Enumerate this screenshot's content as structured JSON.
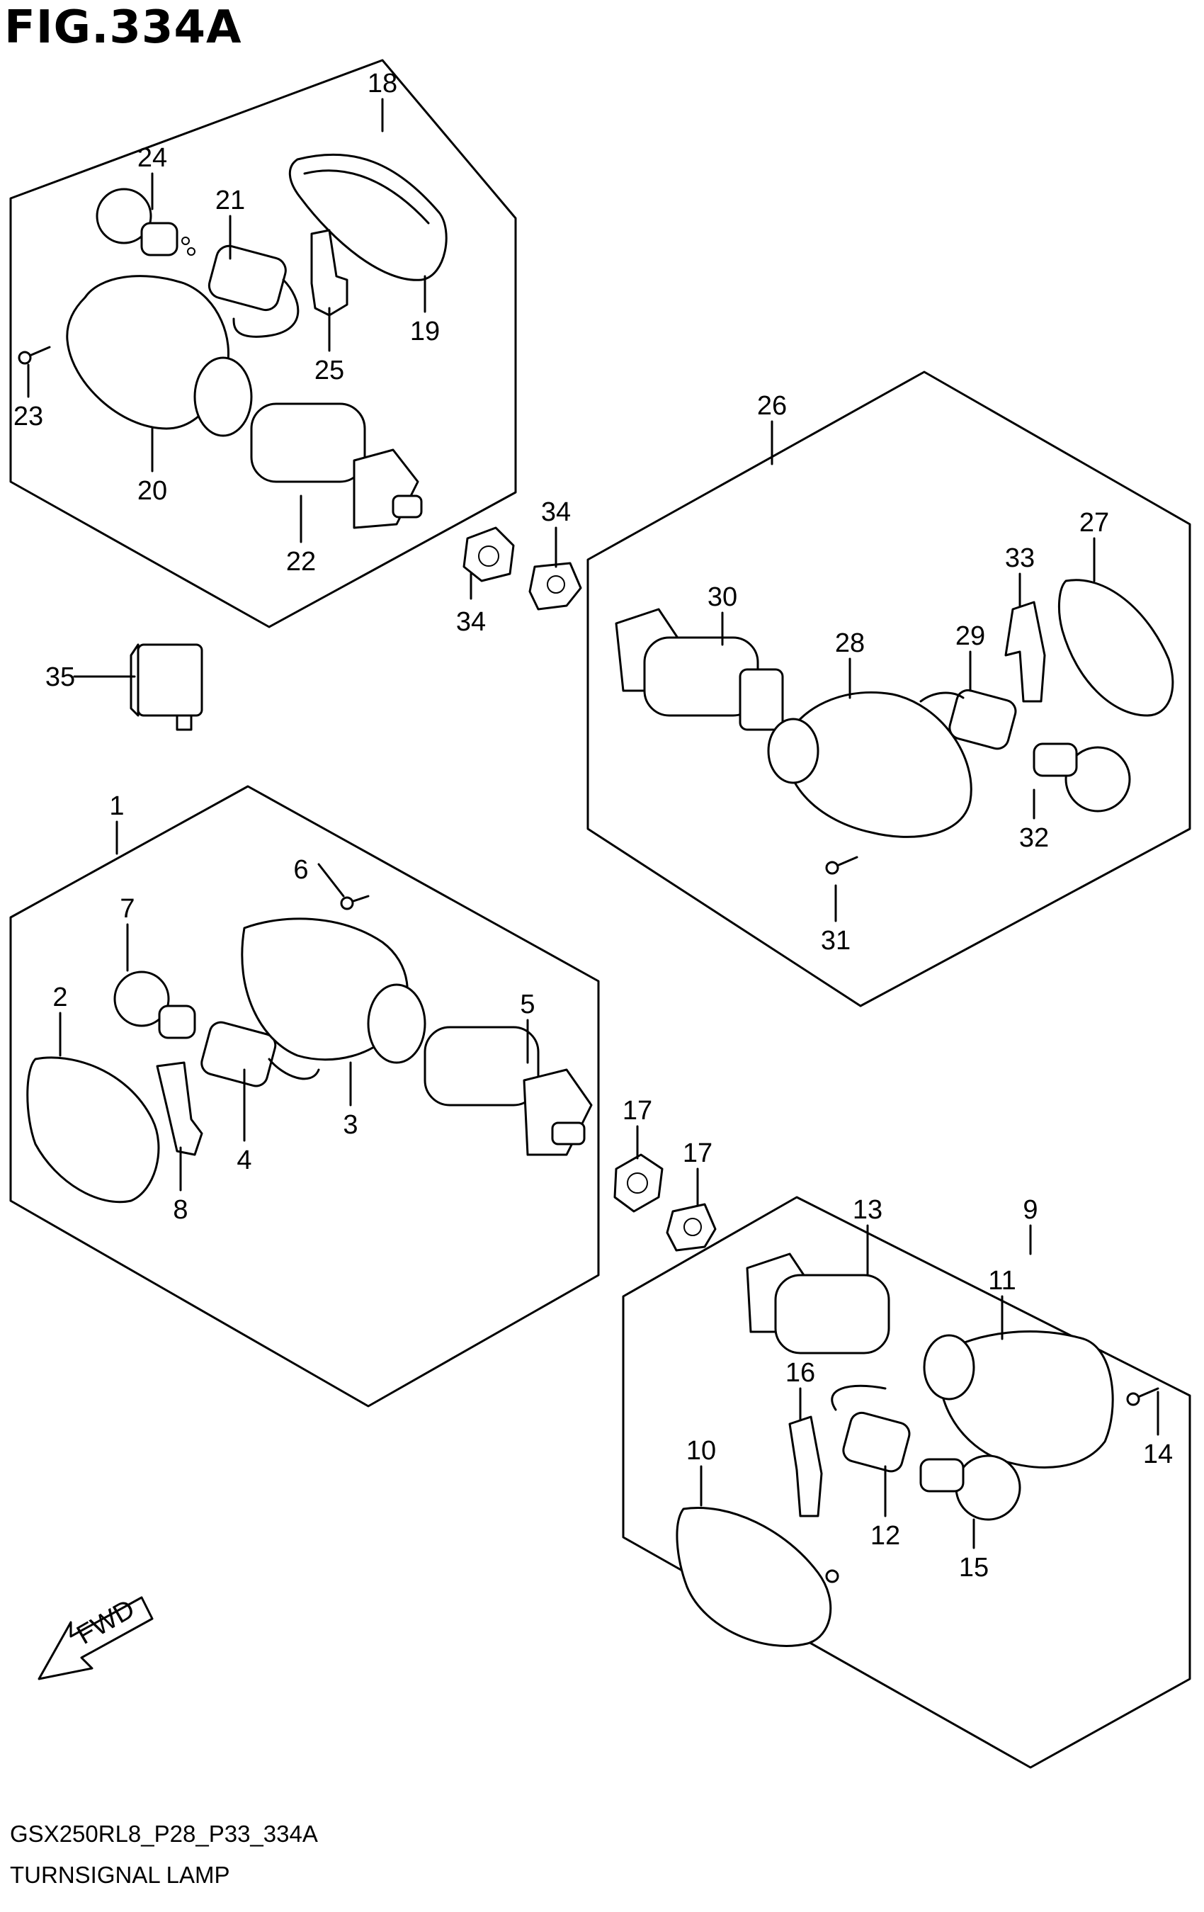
{
  "figure": {
    "title": "FIG.334A"
  },
  "footer": {
    "code": "GSX250RL8_P28_P33_334A",
    "name": "TURNSIGNAL LAMP"
  },
  "fwd_label": "FWD",
  "callouts": [
    "1",
    "2",
    "3",
    "4",
    "5",
    "6",
    "7",
    "8",
    "9",
    "10",
    "11",
    "12",
    "13",
    "14",
    "15",
    "16",
    "17",
    "17",
    "18",
    "19",
    "20",
    "21",
    "22",
    "23",
    "24",
    "25",
    "26",
    "27",
    "28",
    "29",
    "30",
    "31",
    "32",
    "33",
    "34",
    "34",
    "35"
  ]
}
